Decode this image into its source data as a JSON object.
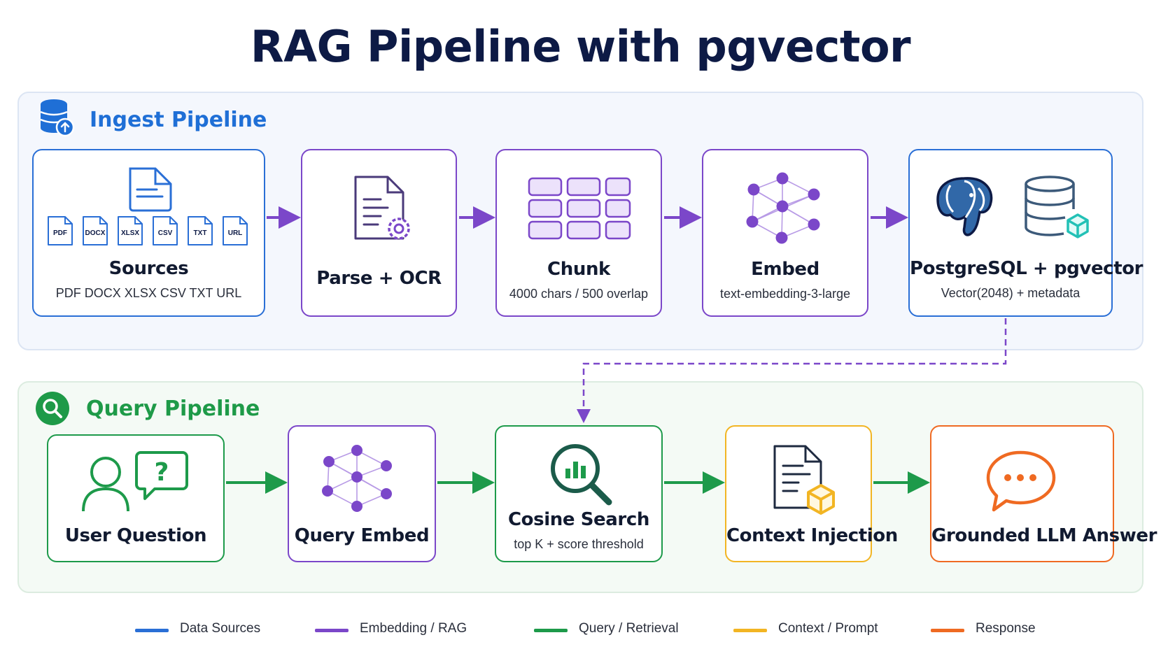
{
  "title": "RAG Pipeline with pgvector",
  "ingest": {
    "title": "Ingest Pipeline",
    "steps": [
      {
        "label": "Sources",
        "sub": "PDF DOCX XLSX CSV TXT URL",
        "file_types": [
          "PDF",
          "DOCX",
          "XLSX",
          "CSV",
          "TXT",
          "URL"
        ]
      },
      {
        "label": "Parse + OCR"
      },
      {
        "label": "Chunk",
        "sub": "4000 chars / 500 overlap"
      },
      {
        "label": "Embed",
        "sub": "text-embedding-3-large"
      },
      {
        "label": "PostgreSQL + pgvector",
        "sub": "Vector(2048) + metadata"
      }
    ]
  },
  "query": {
    "title": "Query Pipeline",
    "steps": [
      {
        "label": "User Question"
      },
      {
        "label": "Query Embed"
      },
      {
        "label": "Cosine Search",
        "sub": "top K + score threshold"
      },
      {
        "label": "Context Injection"
      },
      {
        "label": "Grounded LLM Answer"
      }
    ]
  },
  "legend": [
    {
      "label": "Data Sources",
      "color": "#2a6fd6"
    },
    {
      "label": "Embedding / RAG",
      "color": "#7b47c9"
    },
    {
      "label": "Query / Retrieval",
      "color": "#1d9a4a"
    },
    {
      "label": "Context / Prompt",
      "color": "#f2b523"
    },
    {
      "label": "Response",
      "color": "#ef6a22"
    }
  ],
  "colors": {
    "ingest_accent": "#1f6fd6",
    "query_accent": "#1e9a48",
    "embedding": "#7b47c9",
    "context": "#f2b523",
    "response": "#ef6a22"
  }
}
